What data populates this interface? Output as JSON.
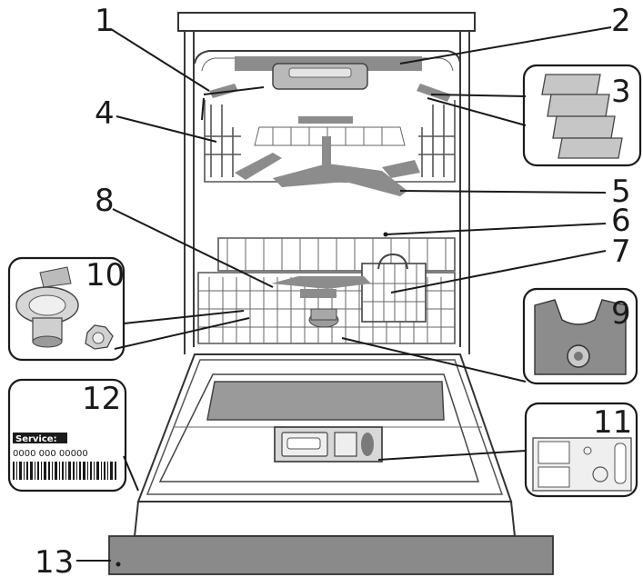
{
  "diagram": {
    "callouts": [
      {
        "id": "1",
        "label": "1"
      },
      {
        "id": "2",
        "label": "2"
      },
      {
        "id": "3",
        "label": "3"
      },
      {
        "id": "4",
        "label": "4"
      },
      {
        "id": "5",
        "label": "5"
      },
      {
        "id": "6",
        "label": "6"
      },
      {
        "id": "7",
        "label": "7"
      },
      {
        "id": "8",
        "label": "8"
      },
      {
        "id": "9",
        "label": "9"
      },
      {
        "id": "10",
        "label": "10"
      },
      {
        "id": "11",
        "label": "11"
      },
      {
        "id": "12",
        "label": "12"
      },
      {
        "id": "13",
        "label": "13"
      }
    ],
    "rating_plate": {
      "service_label": "Service:",
      "service_number": "0000 000 00000"
    },
    "colors": {
      "line": "#1a1a1a",
      "part_fill": "#8c8c8c",
      "background": "#ffffff"
    }
  }
}
